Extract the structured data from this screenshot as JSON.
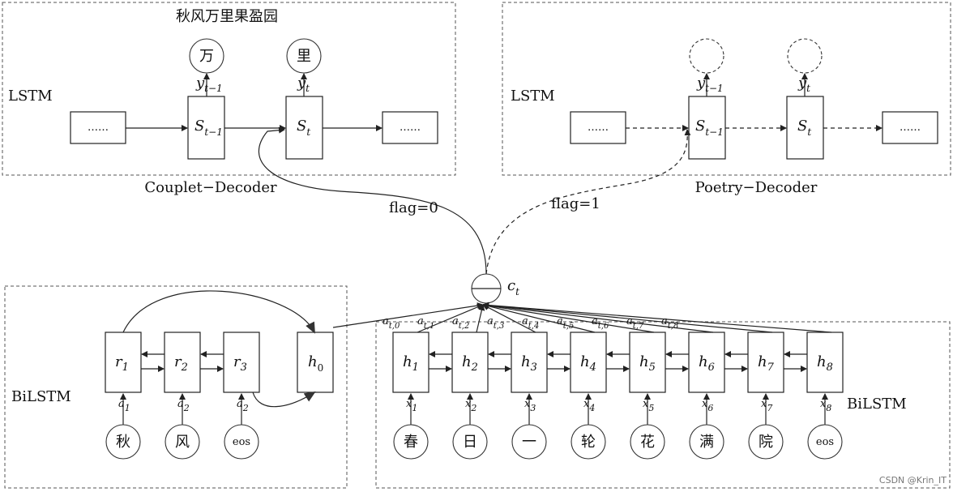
{
  "couplet_panel": {
    "title": "秋风万里果盈园",
    "lstm_label": "LSTM",
    "caption": "Couplet−Decoder",
    "left_box": "……",
    "right_box": "……",
    "output_prev": "万",
    "output_curr": "里",
    "y_prev": "y",
    "y_prev_sub": "t−1",
    "y_curr": "y",
    "y_curr_sub": "t",
    "s_prev": "S",
    "s_prev_sub": "t−1",
    "s_curr": "S",
    "s_curr_sub": "t"
  },
  "poetry_panel": {
    "lstm_label": "LSTM",
    "caption": "Poetry−Decoder",
    "left_box": "……",
    "right_box": "……",
    "y_prev": "y",
    "y_prev_sub": "t−1",
    "y_curr": "y",
    "y_curr_sub": "t",
    "s_prev": "S",
    "s_prev_sub": "t−1",
    "s_curr": "S",
    "s_curr_sub": "t"
  },
  "flags": {
    "couplet": "flag=0",
    "poetry": "flag=1"
  },
  "context": {
    "symbol": "c",
    "sub": "t"
  },
  "left_encoder": {
    "label": "BiLSTM",
    "h0": {
      "sym": "h",
      "sub": "0"
    },
    "cells": [
      {
        "sym": "r",
        "sub": "1",
        "in_sym": "a",
        "in_sub": "1",
        "char": "秋"
      },
      {
        "sym": "r",
        "sub": "2",
        "in_sym": "a",
        "in_sub": "2",
        "char": "风"
      },
      {
        "sym": "r",
        "sub": "3",
        "in_sym": "a",
        "in_sub": "2",
        "char": "eos"
      }
    ]
  },
  "right_encoder": {
    "label": "BiLSTM",
    "cells": [
      {
        "sym": "h",
        "sub": "1",
        "in_sym": "x",
        "in_sub": "1",
        "char": "春"
      },
      {
        "sym": "h",
        "sub": "2",
        "in_sym": "x",
        "in_sub": "2",
        "char": "日"
      },
      {
        "sym": "h",
        "sub": "3",
        "in_sym": "x",
        "in_sub": "3",
        "char": "一"
      },
      {
        "sym": "h",
        "sub": "4",
        "in_sym": "x",
        "in_sub": "4",
        "char": "轮"
      },
      {
        "sym": "h",
        "sub": "5",
        "in_sym": "x",
        "in_sub": "5",
        "char": "花"
      },
      {
        "sym": "h",
        "sub": "6",
        "in_sym": "x",
        "in_sub": "6",
        "char": "满"
      },
      {
        "sym": "h",
        "sub": "7",
        "in_sym": "x",
        "in_sub": "7",
        "char": "院"
      },
      {
        "sym": "h",
        "sub": "8",
        "in_sym": "x",
        "in_sub": "8",
        "char": "eos"
      }
    ]
  },
  "attention": [
    {
      "sym": "a",
      "sub": "t,0"
    },
    {
      "sym": "a",
      "sub": "t,1"
    },
    {
      "sym": "a",
      "sub": "t,2"
    },
    {
      "sym": "a",
      "sub": "t,3"
    },
    {
      "sym": "a",
      "sub": "t,4"
    },
    {
      "sym": "a",
      "sub": "t,5"
    },
    {
      "sym": "a",
      "sub": "t,6"
    },
    {
      "sym": "a",
      "sub": "t,7"
    },
    {
      "sym": "a",
      "sub": "t,8"
    }
  ],
  "watermark": "CSDN @Krin_IT"
}
